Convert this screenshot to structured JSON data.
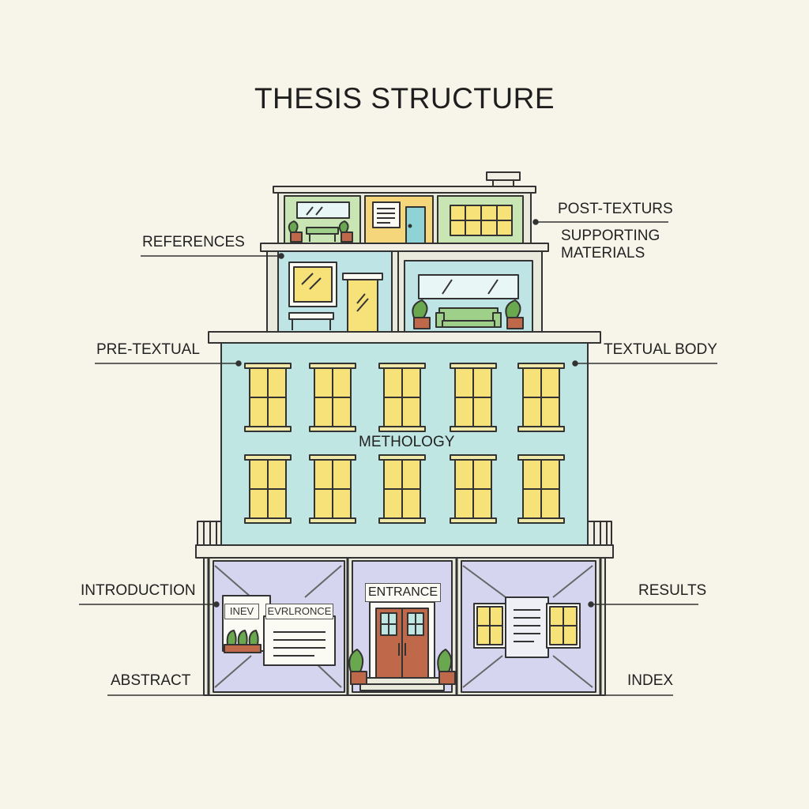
{
  "title": "THESIS STRUCTURE",
  "labels": {
    "post_textual": "POST-TEXTURS",
    "supporting_materials": "SUPPORTING\nMATERIALS",
    "references": "REFERENCES",
    "pre_textual": "PRE-TEXTUAL",
    "textual_body": "TEXTUAL BODY",
    "methodology": "METHOLOGY",
    "introduction": "INTRODUCTION",
    "results": "RESULTS",
    "abstract": "ABSTRACT",
    "index": "INDEX"
  },
  "signs": {
    "entrance": "ENTRANCE",
    "inev": "INEV",
    "evrlronce": "EVRLRONCE"
  },
  "colors": {
    "background": "#f7f5e9",
    "top_floor_green": "#c9e5b4",
    "top_floor_yellow": "#f6d67a",
    "upper_floor_blue": "#bfe4e6",
    "main_floor_teal": "#bfe6e2",
    "window_yellow": "#f7e27a",
    "ground_floor_lavender": "#d6d5ef",
    "door_brown": "#c0684a",
    "plant_green": "#6aa84f",
    "outline": "#333333"
  },
  "icons": [
    "plant-icon",
    "bench-icon",
    "sofa-icon",
    "document-icon",
    "door-icon"
  ]
}
